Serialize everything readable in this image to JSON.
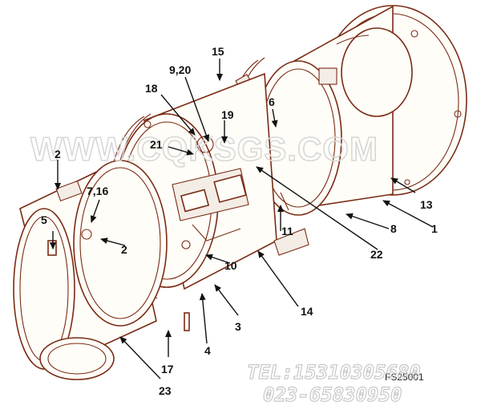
{
  "callouts": {
    "c1": "1",
    "c2a": "2",
    "c2b": "2",
    "c3": "3",
    "c4": "4",
    "c5": "5",
    "c6": "6",
    "c7_16": "7,16",
    "c8": "8",
    "c9_20": "9,20",
    "c10": "10",
    "c11": "11",
    "c13": "13",
    "c14": "14",
    "c15": "15",
    "c17": "17",
    "c18": "18",
    "c19": "19",
    "c21": "21",
    "c22": "22",
    "c23": "23"
  },
  "watermark": "WWW.CQKSGS.COM",
  "contact": {
    "tel": "TEL:15310305680",
    "phone": "023-65830950"
  },
  "figure_code": "FS25001"
}
